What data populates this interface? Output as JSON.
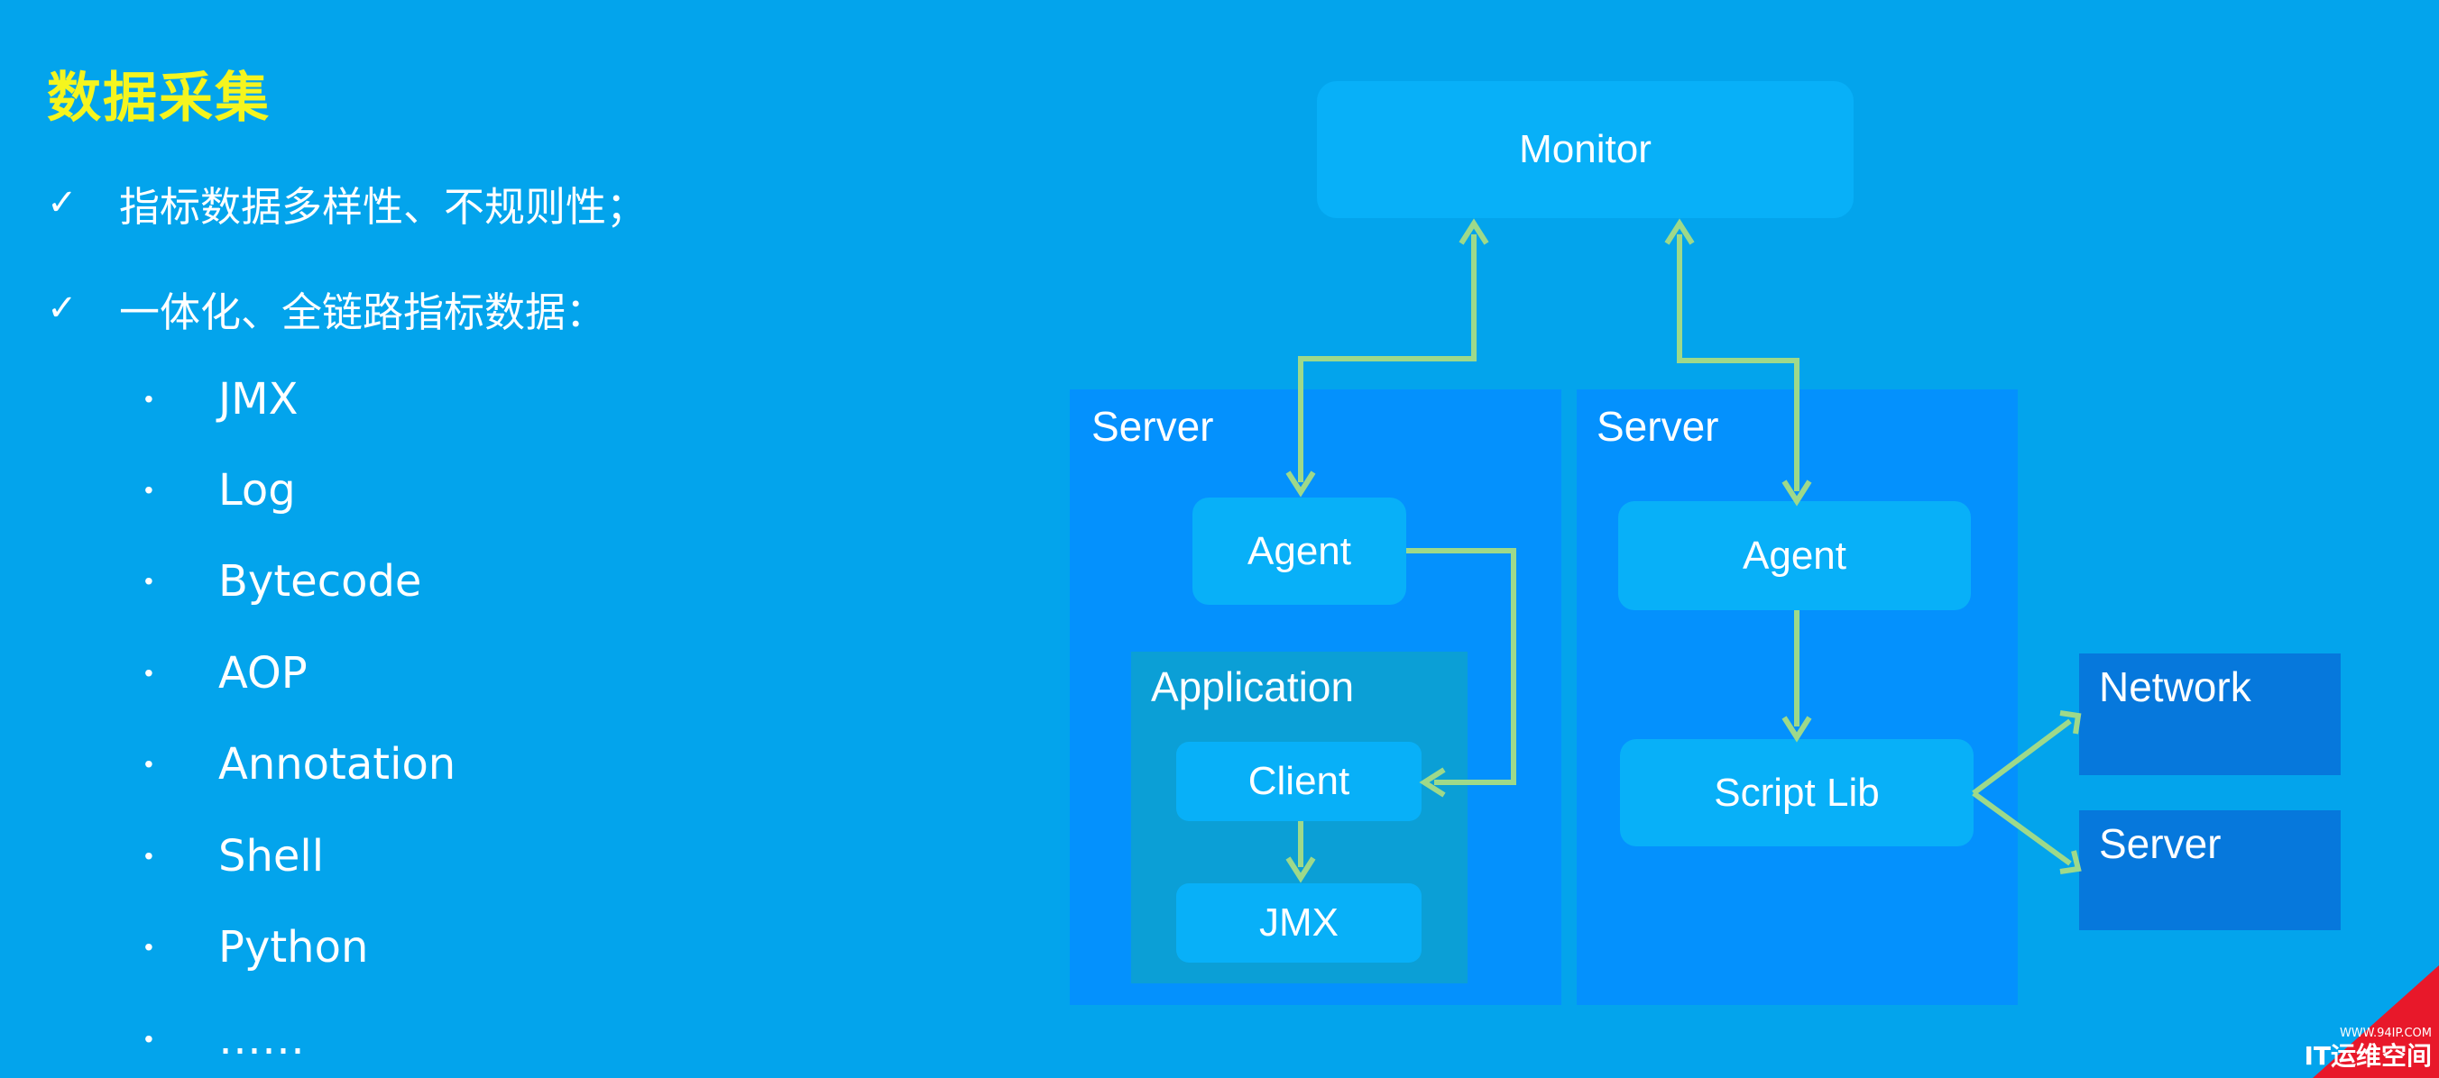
{
  "slide": {
    "title": "数据采集",
    "check_items": [
      {
        "icon": "checkmark-icon",
        "text": "指标数据多样性、不规则性；"
      },
      {
        "icon": "checkmark-icon",
        "text": "一体化、全链路指标数据："
      }
    ],
    "bullet_symbol": "•",
    "bullets": [
      "JMX",
      "Log",
      "Bytecode",
      "AOP",
      "Annotation",
      "Shell",
      "Python",
      "……"
    ]
  },
  "diagram": {
    "monitor_label": "Monitor",
    "left_server": {
      "label": "Server",
      "agent_label": "Agent",
      "application_label": "Application",
      "client_label": "Client",
      "jmx_label": "JMX"
    },
    "right_server": {
      "label": "Server",
      "agent_label": "Agent",
      "script_lib_label": "Script Lib"
    },
    "network_label": "Network",
    "external_server_label": "Server",
    "colors": {
      "background": "#03a4ec",
      "title": "#f5f51e",
      "arrow": "#9ed98a",
      "server_panel": "#0491fd",
      "node": "#08b0f8",
      "application_panel": "#0b9fd6",
      "side_box": "#0678dc"
    }
  },
  "watermark": {
    "url": "WWW.94IP.COM",
    "text": "IT运维空间"
  }
}
